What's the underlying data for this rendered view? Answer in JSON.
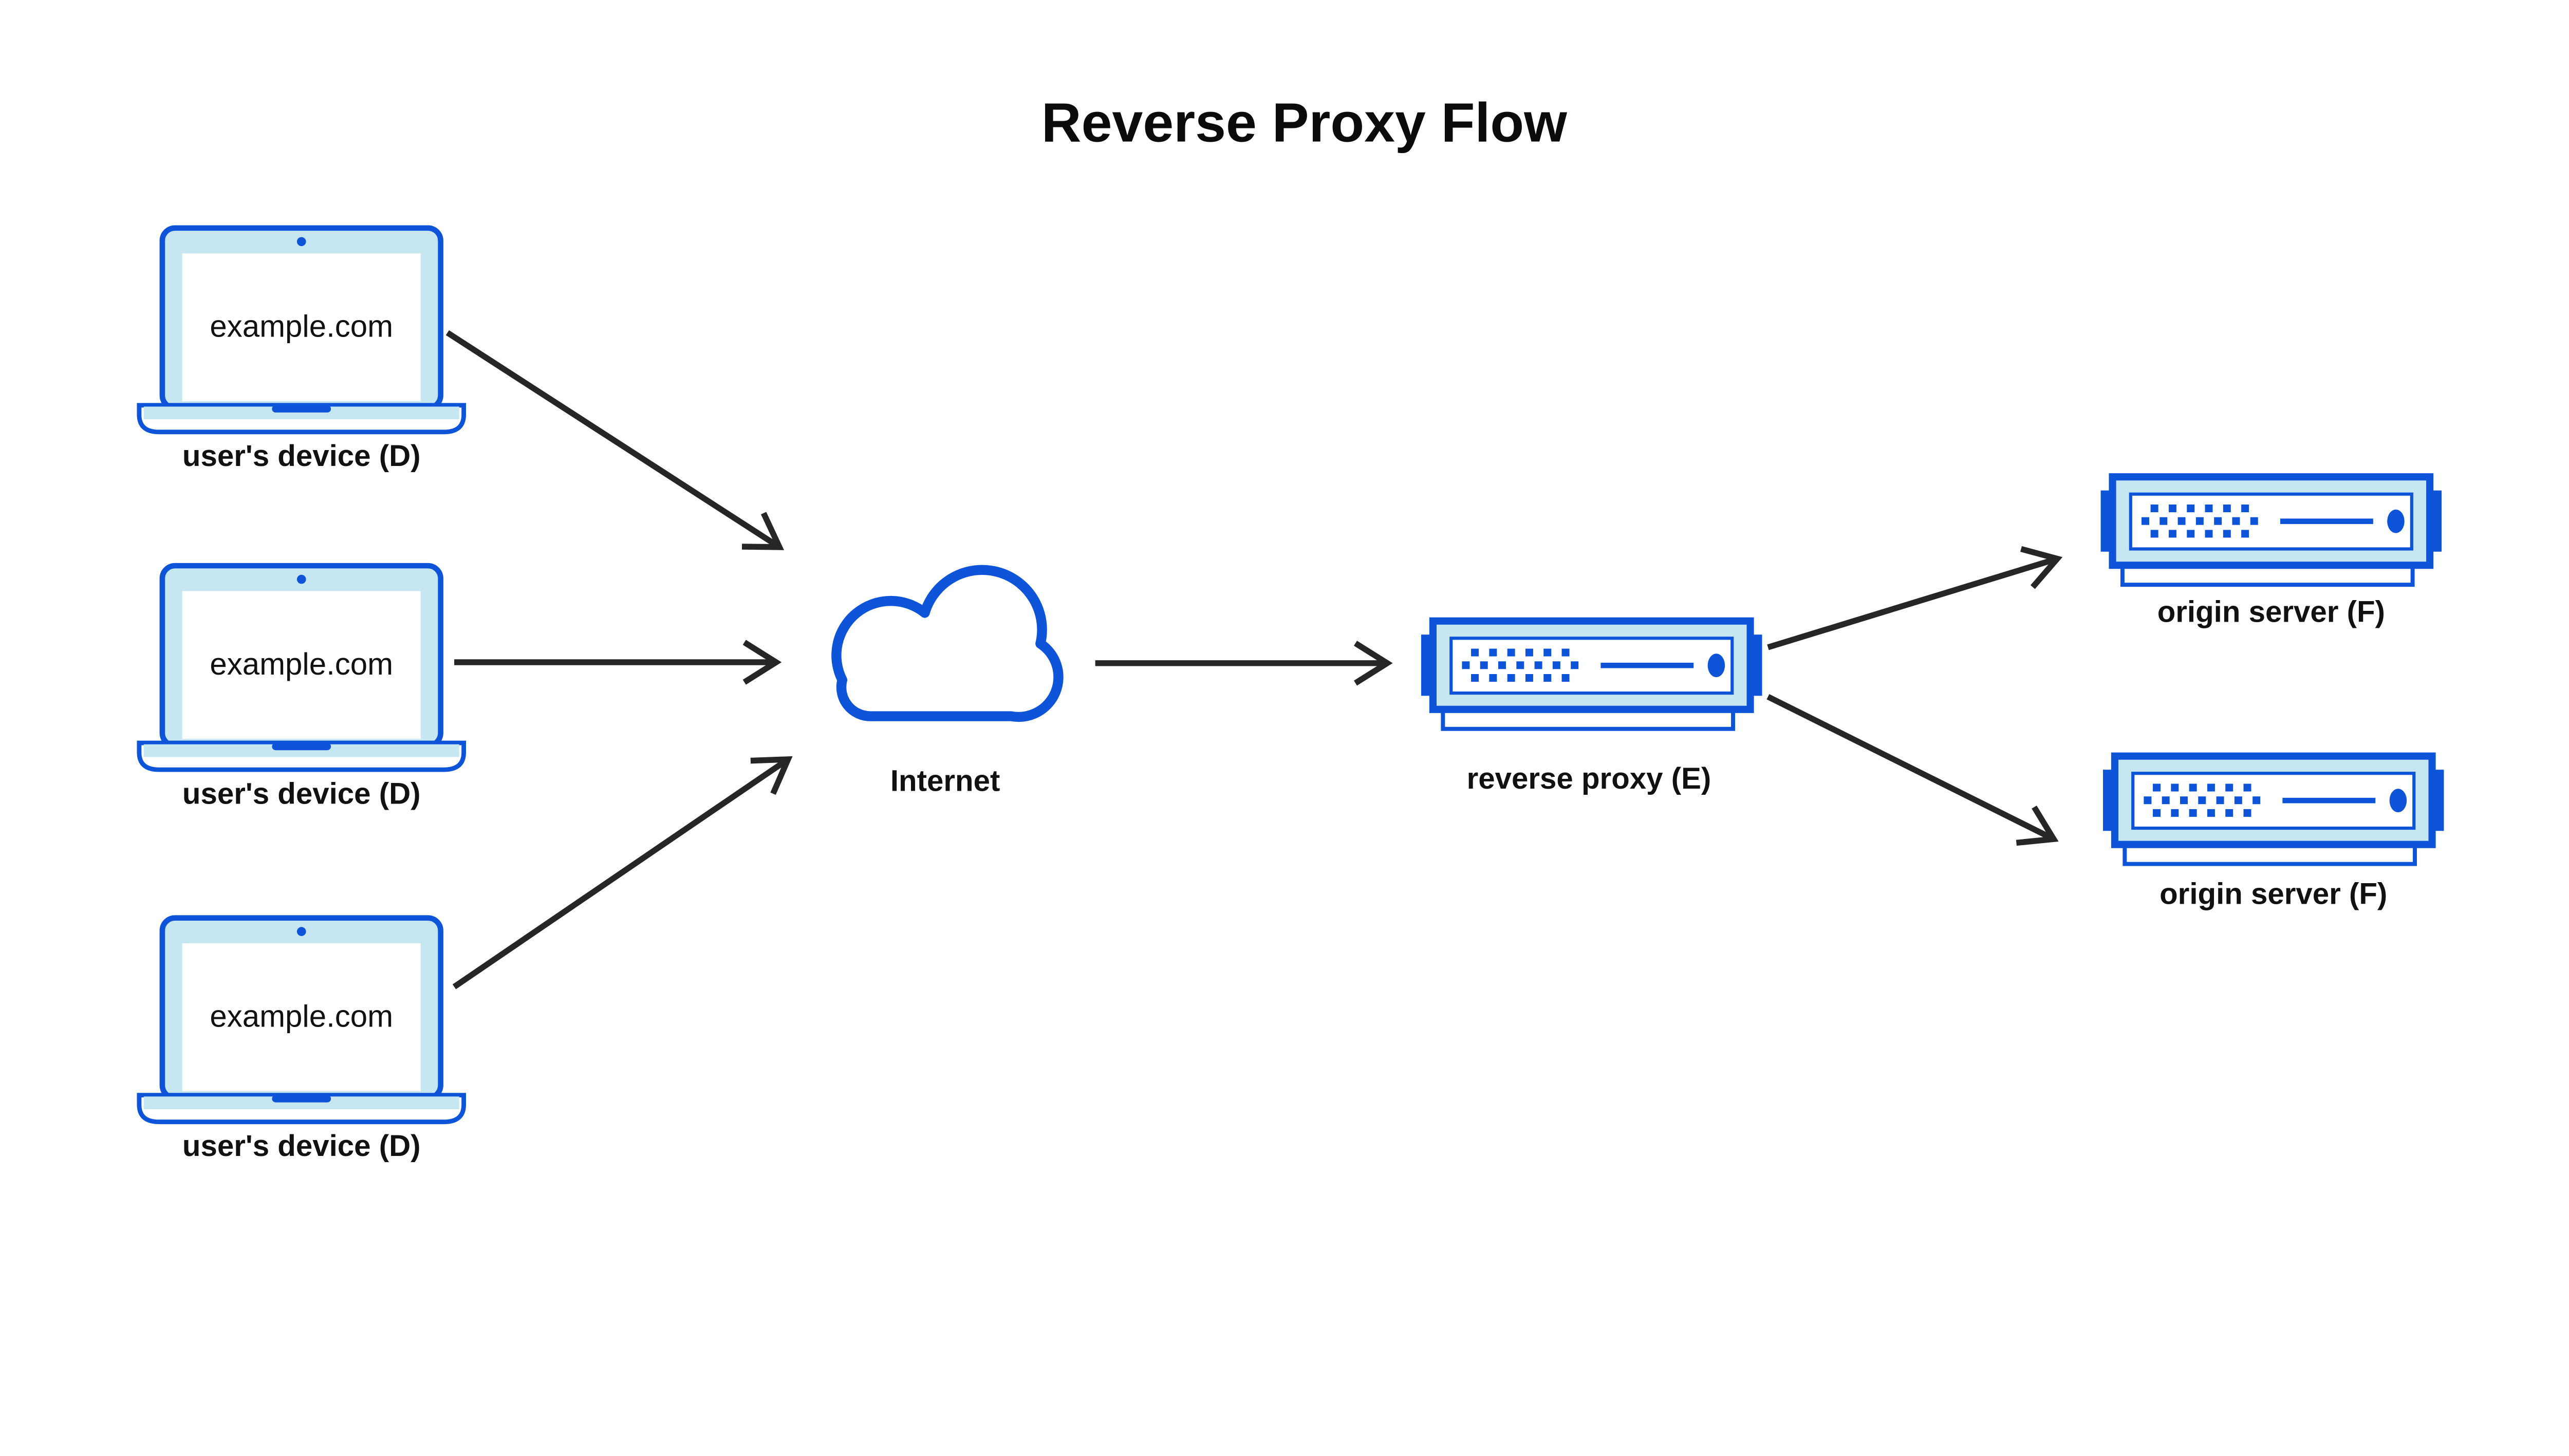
{
  "title": "Reverse Proxy Flow",
  "colors": {
    "blue": "#0d54d9",
    "light_blue": "#c6e6f2",
    "arrow": "#262626",
    "text": "#111111"
  },
  "nodes": {
    "devices": [
      {
        "screen_text": "example.com",
        "label": "user's device (D)"
      },
      {
        "screen_text": "example.com",
        "label": "user's device (D)"
      },
      {
        "screen_text": "example.com",
        "label": "user's device (D)"
      }
    ],
    "internet": {
      "label": "Internet"
    },
    "reverse_proxy": {
      "label": "reverse proxy (E)"
    },
    "origin_servers": [
      {
        "label": "origin server (F)"
      },
      {
        "label": "origin server (F)"
      }
    ]
  },
  "edges": [
    {
      "from": "user-device-1",
      "to": "internet"
    },
    {
      "from": "user-device-2",
      "to": "internet"
    },
    {
      "from": "user-device-3",
      "to": "internet"
    },
    {
      "from": "internet",
      "to": "reverse-proxy"
    },
    {
      "from": "reverse-proxy",
      "to": "origin-server-1"
    },
    {
      "from": "reverse-proxy",
      "to": "origin-server-2"
    }
  ]
}
